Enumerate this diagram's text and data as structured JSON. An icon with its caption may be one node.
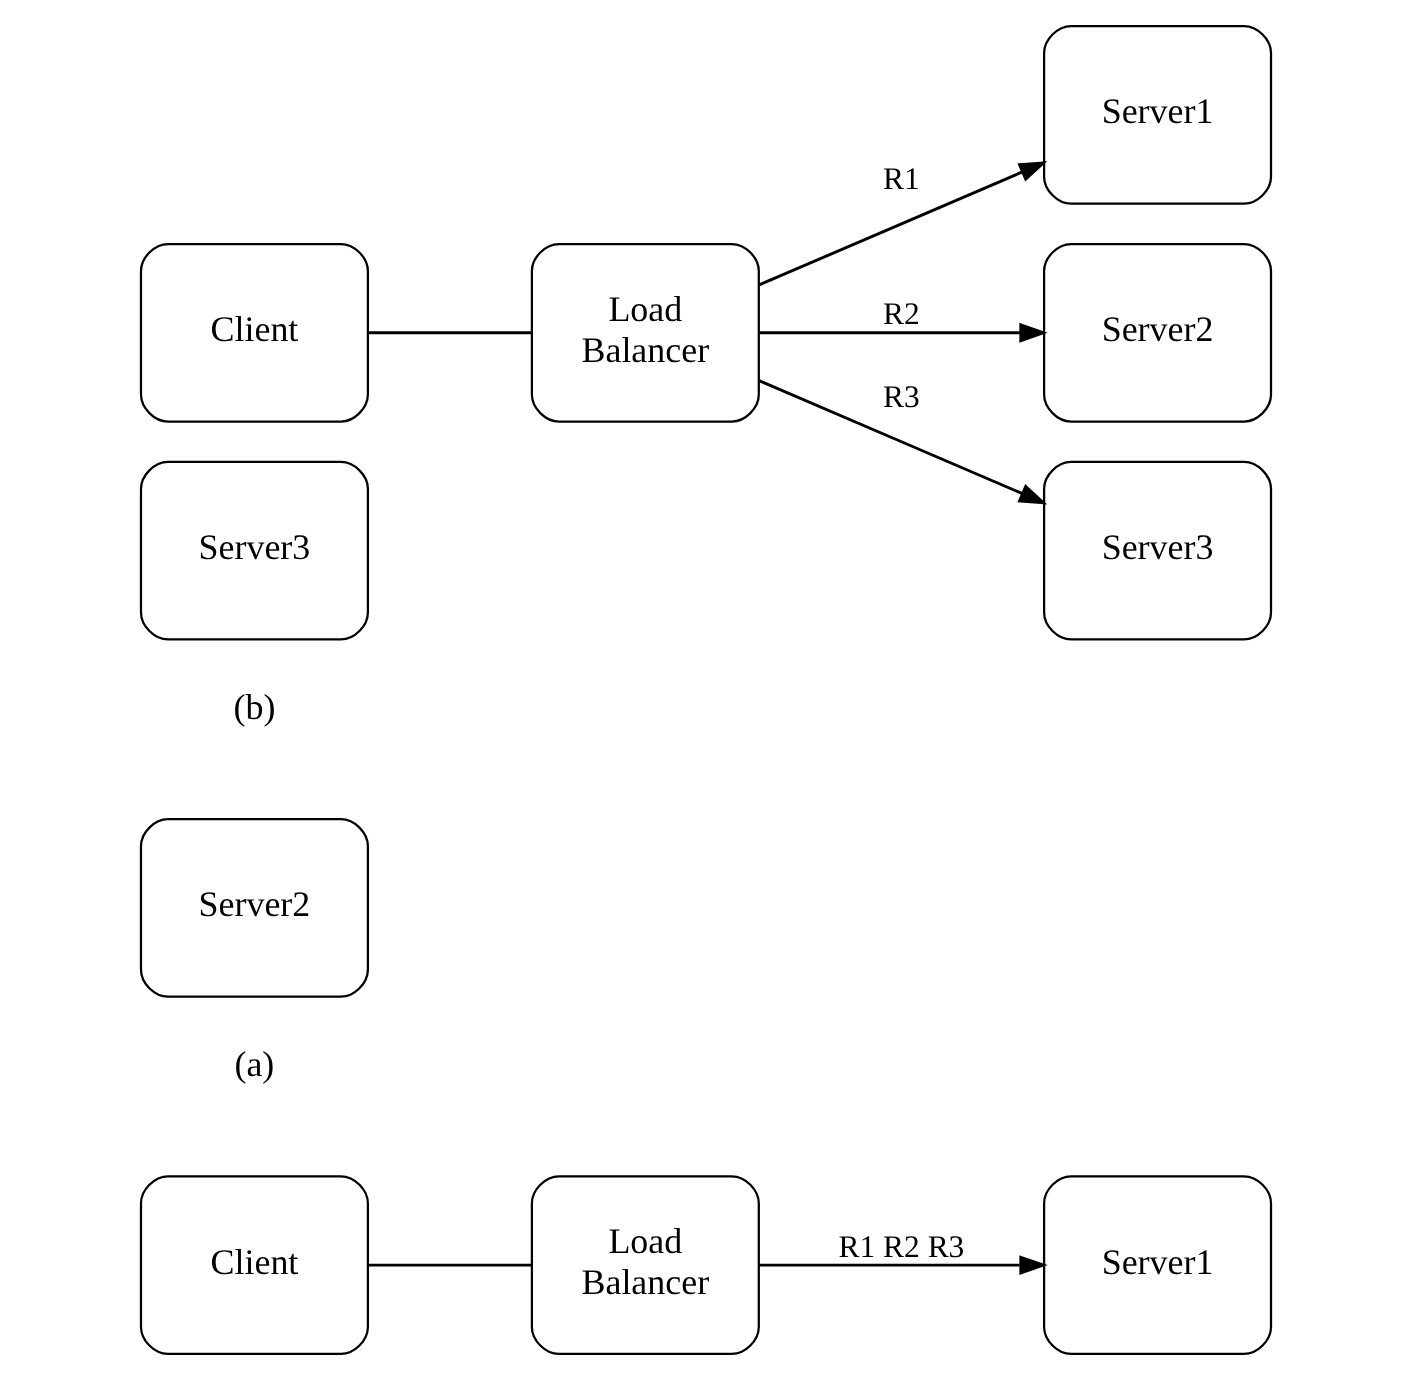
{
  "diagram": {
    "nodes": [
      {
        "text": [
          "Client"
        ]
      },
      {
        "text": [
          "Load Balancer"
        ]
      },
      {
        "text": [
          "Server1"
        ]
      },
      {
        "text": [
          "Server2"
        ]
      },
      {
        "text": [
          "Server3"
        ]
      },
      {
        "text": [
          "Client"
        ]
      },
      {
        "text": [
          "Load Balancer"
        ]
      },
      {
        "text": [
          "Server1"
        ]
      },
      {
        "text": [
          "Server2"
        ]
      },
      {
        "text": [
          "Server3"
        ]
      }
    ],
    "edges": [
      {
        "from": 0,
        "to": 1,
        "arrow": "none"
      },
      {
        "from": 1,
        "to": 2,
        "arrow": "to",
        "label": "R1 R2 R3"
      },
      {
        "from": 5,
        "to": 6,
        "arrow": "none"
      },
      {
        "from": 6,
        "to": 7,
        "arrow": "to",
        "label": "R1"
      },
      {
        "from": 6,
        "to": 8,
        "arrow": "to",
        "label": "R2"
      },
      {
        "from": 6,
        "to": 9,
        "arrow": "to",
        "label": "R3"
      }
    ],
    "labels": [
      "(a)",
      "(b)"
    ]
  }
}
